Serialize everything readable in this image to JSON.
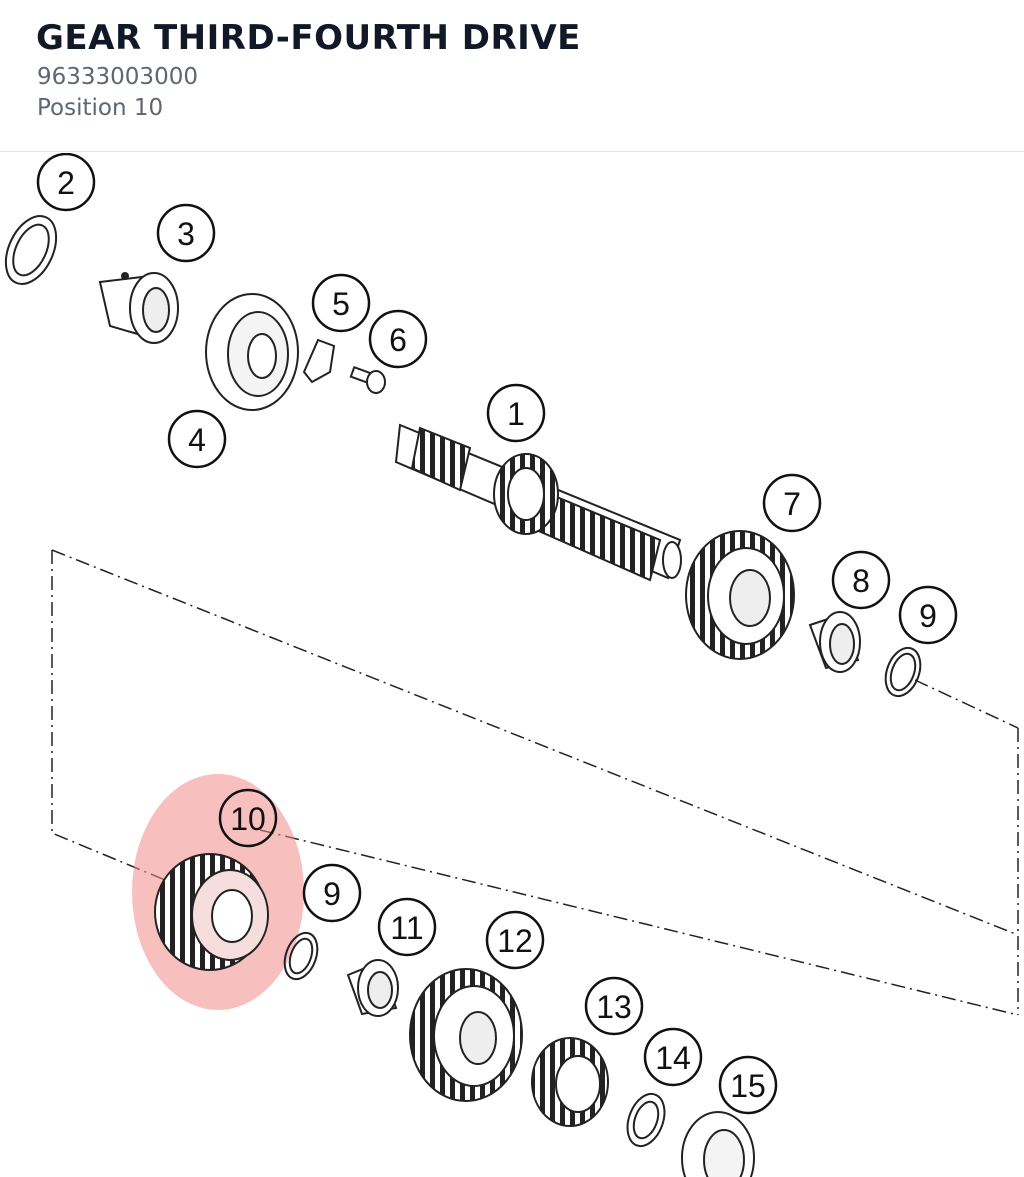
{
  "part": {
    "title": "GEAR THIRD-FOURTH DRIVE",
    "number": "96333003000",
    "position_label": "Position 10"
  },
  "diagram": {
    "highlight_color": "#f28b8b",
    "callouts": [
      "2",
      "3",
      "5",
      "6",
      "4",
      "1",
      "7",
      "8",
      "9",
      "10",
      "9",
      "11",
      "12",
      "13",
      "14",
      "15"
    ]
  }
}
